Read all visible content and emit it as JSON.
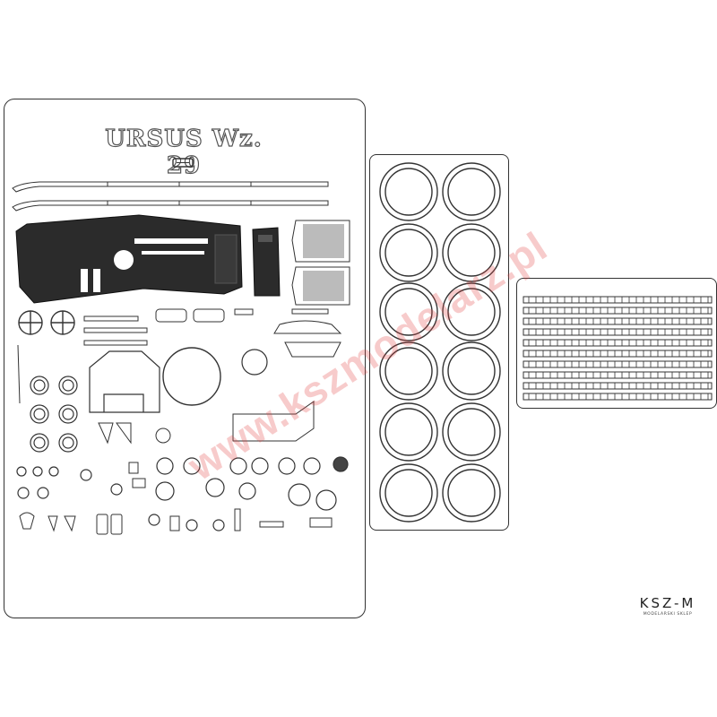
{
  "sheet": {
    "title": "URSUS Wz. 29"
  },
  "watermark": {
    "text": "www.kszmodelarz.pl"
  },
  "logo": {
    "brand": "KSZ-M",
    "tagline": "MODELARSKI SKLEP"
  },
  "colors": {
    "line": "#333333",
    "fill_dark": "#2b2b2b",
    "mesh": "#aaaaaa",
    "watermark": "#e04646"
  }
}
